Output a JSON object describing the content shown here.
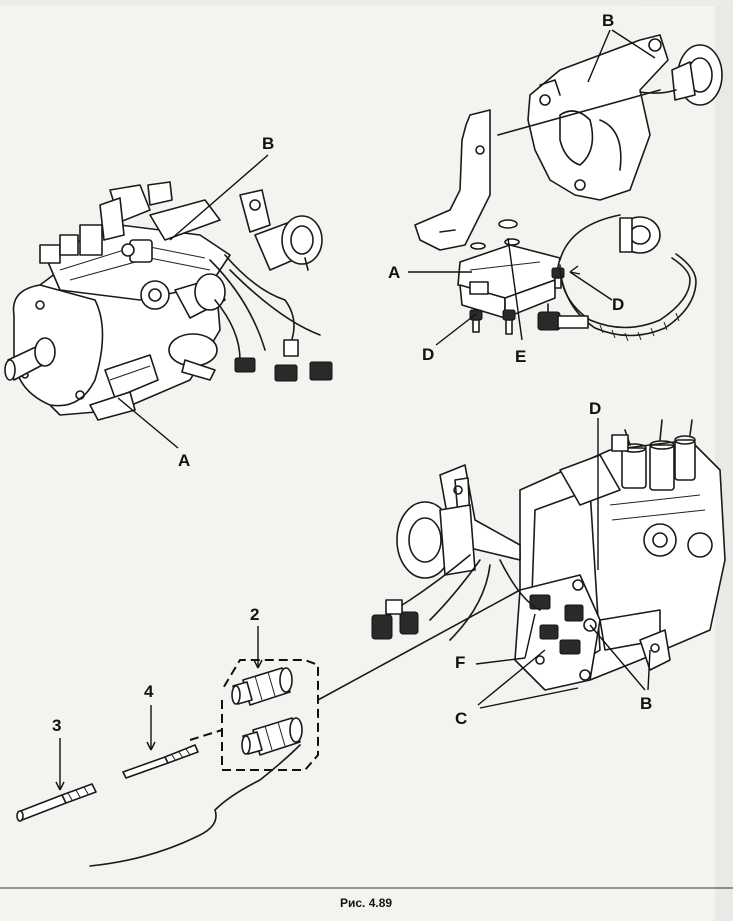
{
  "caption": "Рис. 4.89",
  "labels": {
    "b_top_right": "B",
    "b_left": "B",
    "a_left": "A",
    "a_bracket": "A",
    "d_bracket_left": "D",
    "d_bracket_right": "D",
    "e_bracket": "E",
    "d_bottom": "D",
    "f_bottom": "F",
    "c_bottom": "C",
    "b_bottom": "B",
    "tool_2": "2",
    "tool_3": "3",
    "tool_4": "4"
  }
}
